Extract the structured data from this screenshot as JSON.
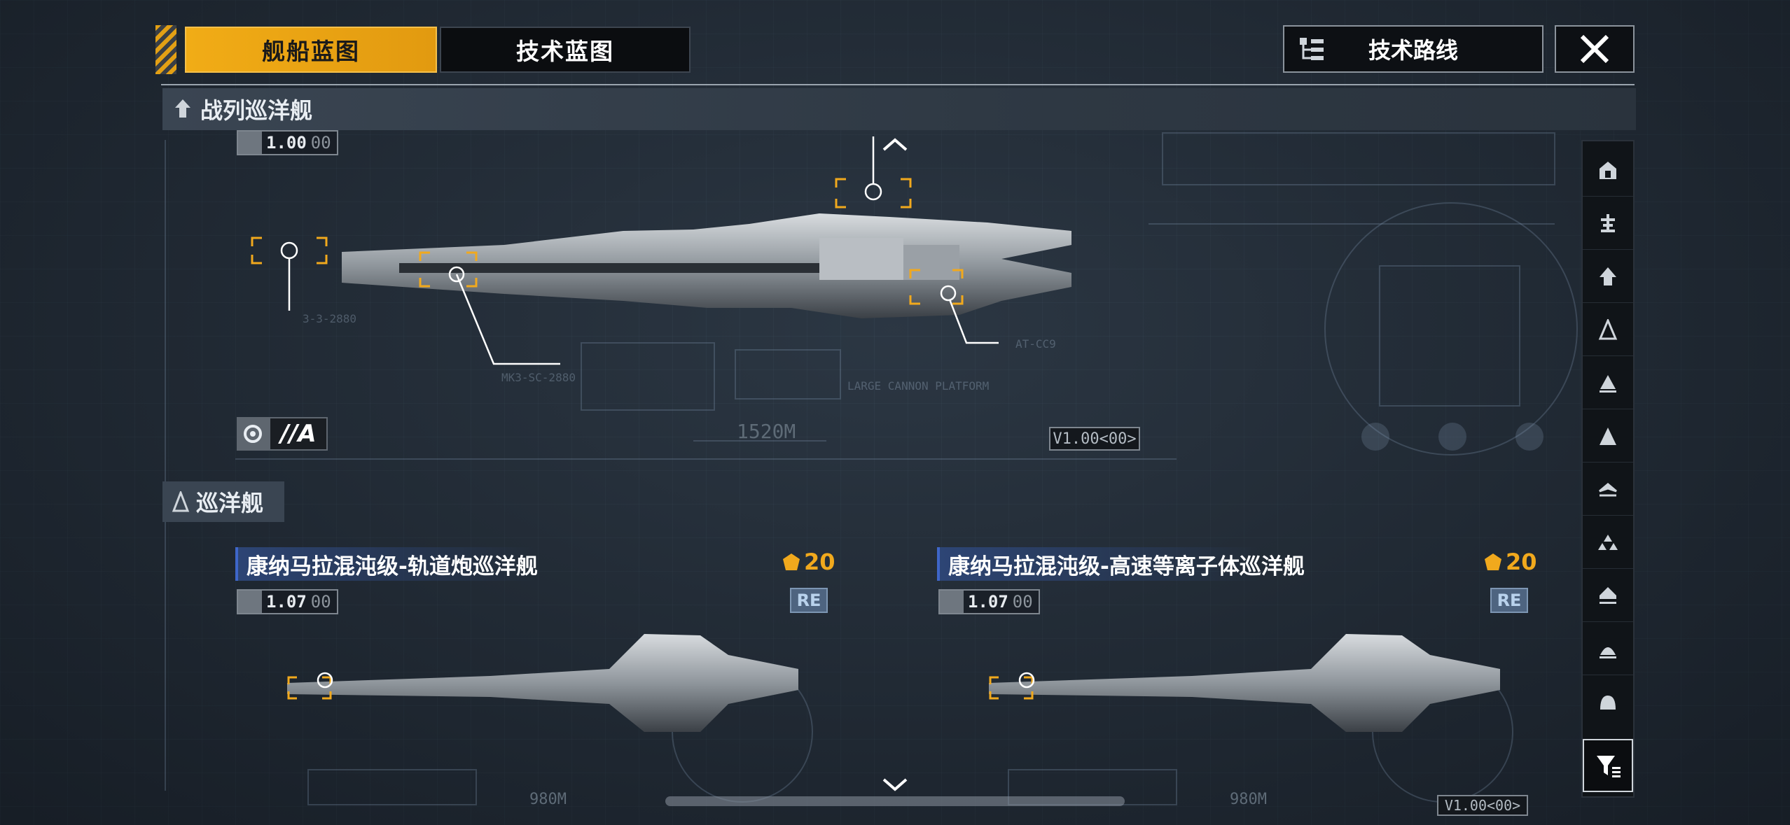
{
  "tabs": {
    "ship_blueprint": "舰船蓝图",
    "tech_blueprint": "技术蓝图"
  },
  "tech_route_label": "技术路线",
  "close_icon": "close-icon",
  "sections": {
    "battlecruiser": "战列巡洋舰",
    "cruiser": "巡洋舰"
  },
  "featured": {
    "version_main": "1.00",
    "version_dim": "00",
    "grade": "//A",
    "length": "1520M",
    "version_tag": "V1.00<00>",
    "labels": [
      "MK3-SC-2880",
      "AT-CC9",
      "LARGE CANNON PLATFORM",
      "3-3-2880"
    ]
  },
  "cards": [
    {
      "title": "康纳马拉混沌级-轨道炮巡洋舰",
      "cost": "20",
      "version_main": "1.07",
      "version_dim": "00",
      "badge": "RE",
      "length": "980M"
    },
    {
      "title": "康纳马拉混沌级-高速等离子体巡洋舰",
      "cost": "20",
      "version_main": "1.07",
      "version_dim": "00",
      "badge": "RE",
      "length": "980M",
      "version_tag": "V1.00<00>"
    }
  ],
  "sidebar_icons": [
    "carrier-icon",
    "battleship-icon",
    "battlecruiser-icon",
    "cruiser-icon",
    "destroyer-icon",
    "frigate-icon",
    "corvette-icon",
    "fighter-squad-icon",
    "auxiliary-icon",
    "station-icon",
    "dome-icon"
  ],
  "colors": {
    "accent": "#f1ac16",
    "panel": "#101418",
    "title_blue": "#2d4575",
    "re_badge": "#4e6480"
  }
}
